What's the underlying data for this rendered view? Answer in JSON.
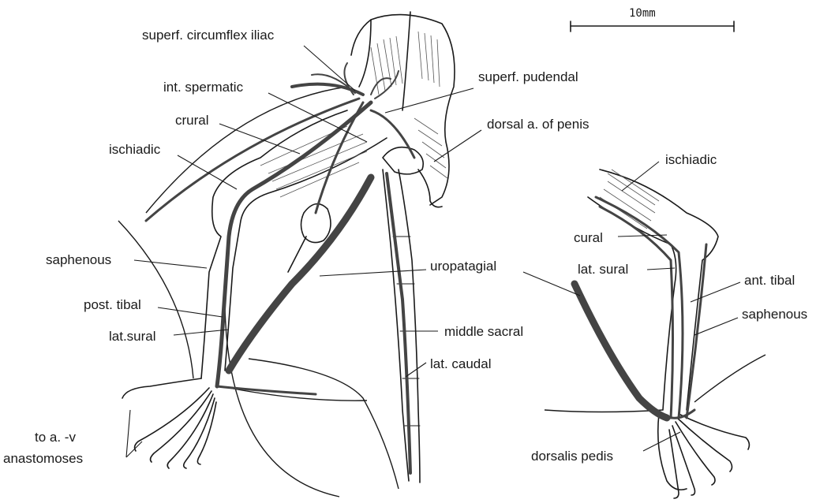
{
  "scale_bar": {
    "label": "10mm"
  },
  "labels": {
    "superf_circumflex_iliac": "superf. circumflex iliac",
    "int_spermatic": "int. spermatic",
    "crural": "crural",
    "ischiadic_left": "ischiadic",
    "saphenous_left": "saphenous",
    "post_tibal": "post. tibal",
    "lat_sural_left": "lat.sural",
    "to_av_1": "to a. -v",
    "to_av_2": "anastomoses",
    "superf_pudendal": "superf. pudendal",
    "dorsal_penis": "dorsal a. of penis",
    "uropatagial": "uropatagial",
    "middle_sacral": "middle sacral",
    "lat_caudal": "lat. caudal",
    "ischiadic_right": "ischiadic",
    "cural": "cural",
    "lat_sural_right": "lat. sural",
    "ant_tibal": "ant. tibal",
    "saphenous_right": "saphenous",
    "dorsalis_pedis": "dorsalis pedis"
  },
  "colors": {
    "ink": "#1a1a1a",
    "vessel": "#444444",
    "background": "#ffffff"
  }
}
